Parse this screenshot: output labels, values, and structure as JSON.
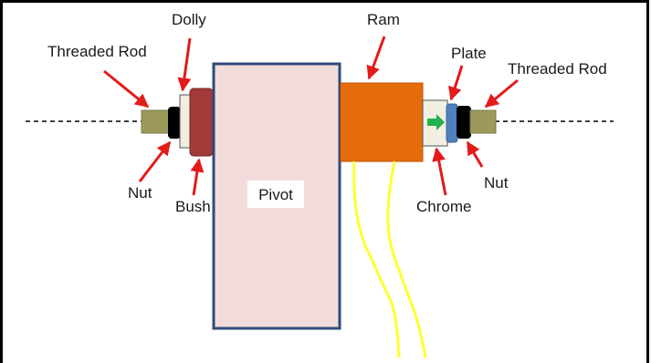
{
  "labels": {
    "threaded_rod_left": "Threaded Rod",
    "dolly": "Dolly",
    "ram": "Ram",
    "plate": "Plate",
    "threaded_rod_right": "Threaded Rod",
    "nut_left": "Nut",
    "bush": "Bush",
    "pivot": "Pivot",
    "chrome": "Chrome",
    "nut_right": "Nut"
  },
  "colors": {
    "frame": "#000000",
    "arrow": "#e31b1b",
    "rod": "#9b9a5c",
    "nut": "#000000",
    "dolly": "#efeee0",
    "bush": "#a33a3a",
    "pivot_fill": "#f2dcdb",
    "pivot_border": "#2f4a7a",
    "ram": "#e46c0a",
    "chrome": "#f0efe2",
    "plate": "#4f81bd",
    "hose": "#ffff33",
    "direction_arrow": "#22b14c"
  },
  "icons": {
    "direction": "right-arrow-icon"
  }
}
